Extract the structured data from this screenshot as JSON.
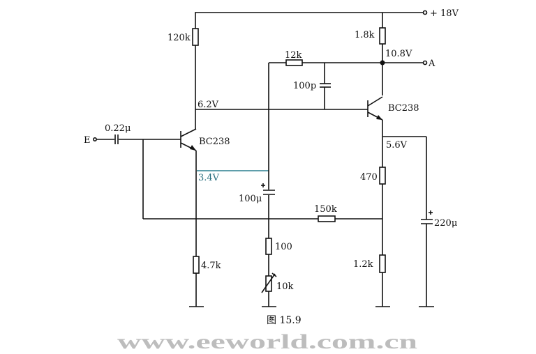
{
  "figure": {
    "caption": "图 15.9",
    "watermark": "www.eeworld.com.cn"
  },
  "terminals": {
    "supply": "+ 18V",
    "output": "A",
    "input": "E"
  },
  "components": {
    "r_120k": "120k",
    "r_1_8k": "1.8k",
    "r_12k": "12k",
    "c_100p": "100p",
    "q1": "BC238",
    "q2": "BC238",
    "c_0_22u": "0.22μ",
    "c_100u": "100μ",
    "r_150k": "150k",
    "r_470": "470",
    "c_220u": "220μ",
    "r_4_7k": "4.7k",
    "r_100": "100",
    "r_10k_var": "10k",
    "r_1_2k": "1.2k"
  },
  "voltages": {
    "q1_collector": "6.2V",
    "q1_emitter": "3.4V",
    "q2_collector": "10.8V",
    "q2_emitter": "5.6V"
  }
}
